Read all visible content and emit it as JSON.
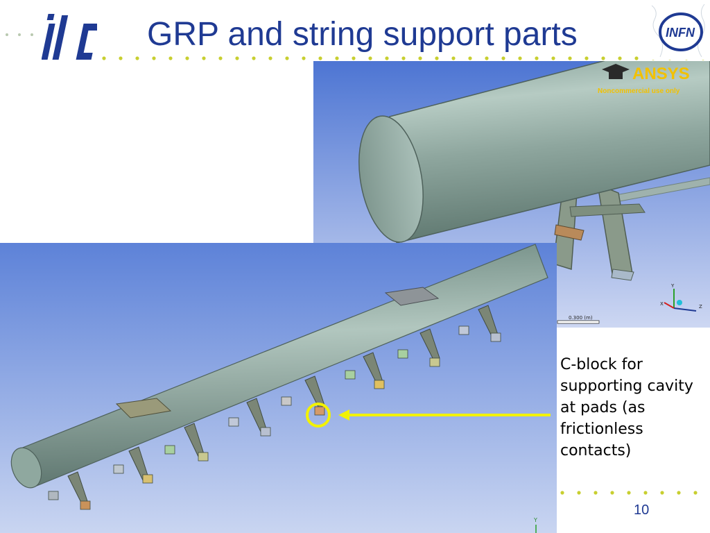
{
  "slide": {
    "title": "GRP and string support parts",
    "page_number": "10"
  },
  "logos": {
    "left_logo_text": "ilc",
    "right_logo_text": "INFN"
  },
  "top_render": {
    "brand": "ANSYS",
    "brand_subtitle": "Noncommercial use only",
    "scale_label": "0.300 (m)",
    "axis_y": "Y",
    "axis_x": "X",
    "axis_z": "Z"
  },
  "bottom_render": {
    "axis_y": "Y"
  },
  "annotation": {
    "text": "C-block for supporting cavity at pads (as frictionless contacts)",
    "highlight_color": "#f2f200"
  },
  "colors": {
    "title": "#1f3a93",
    "pipe": "#8fa89f",
    "background_top": "#5a7fd6",
    "background_bottom": "#c8d4f0"
  }
}
